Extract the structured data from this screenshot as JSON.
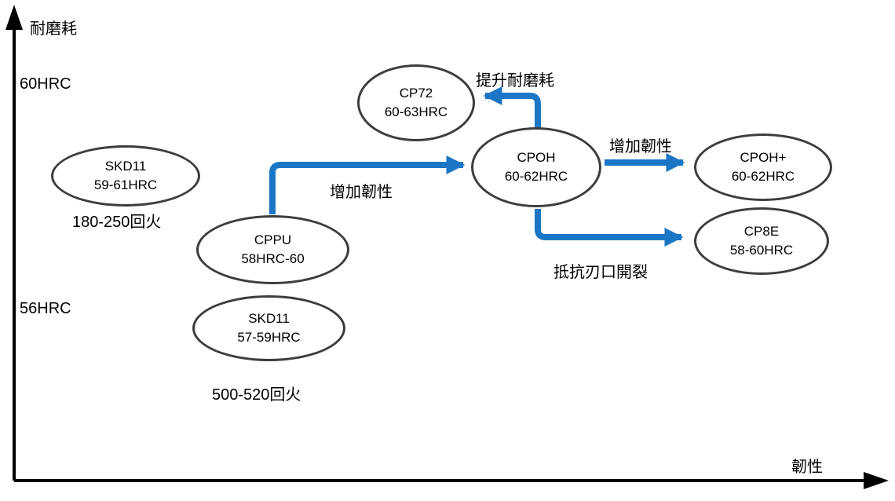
{
  "axes": {
    "y_label": "耐磨耗",
    "x_label": "韌性",
    "ticks": {
      "t60": "60HRC",
      "t56": "56HRC"
    }
  },
  "nodes": {
    "skd11_top": {
      "line1": "SKD11",
      "line2": "59-61HRC"
    },
    "cppu": {
      "line1": "CPPU",
      "line2": "58HRC-60"
    },
    "skd11_bottom": {
      "line1": "SKD11",
      "line2": "57-59HRC"
    },
    "cp72": {
      "line1": "CP72",
      "line2": "60-63HRC"
    },
    "cpoh": {
      "line1": "CPOH",
      "line2": "60-62HRC"
    },
    "cpoh_plus": {
      "line1": "CPOH+",
      "line2": "60-62HRC"
    },
    "cp8e": {
      "line1": "CP8E",
      "line2": "58-60HRC"
    }
  },
  "annotations": {
    "temper_180_250": "180-250回火",
    "temper_500_520": "500-520回火"
  },
  "arrows": {
    "cppu_to_cpoh": {
      "label": "增加韌性"
    },
    "cpoh_to_cp72": {
      "label": "提升耐磨耗"
    },
    "cpoh_to_cpoh_plus": {
      "label": "增加韌性"
    },
    "cpoh_to_cp8e": {
      "label": "抵抗刃口開裂"
    }
  },
  "colors": {
    "arrow": "#1b76c6",
    "node_border": "#3d3d3d",
    "axis": "#000000"
  }
}
